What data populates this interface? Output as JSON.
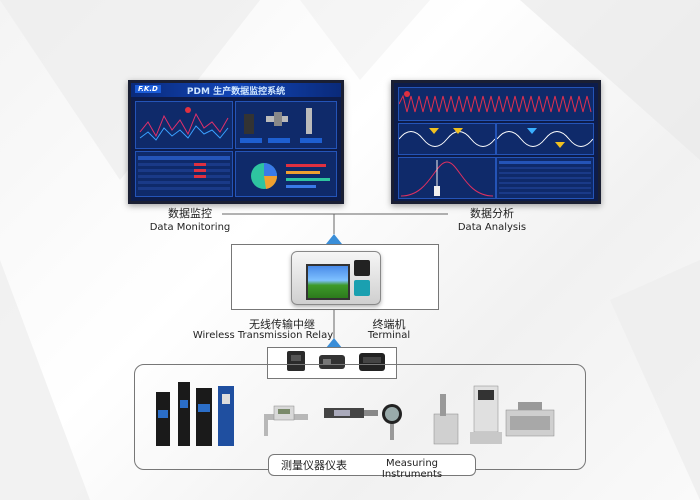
{
  "top": {
    "left_screen": {
      "logo": "F.K.D",
      "title": "PDM 生产数据监控系统"
    },
    "label_left_cn": "数据监控",
    "label_left_en": "Data Monitoring",
    "label_right_cn": "数据分析",
    "label_right_en": "Data Analysis"
  },
  "middle": {
    "relay_cn": "无线传输中继",
    "relay_en": "Wireless Transmission Relay",
    "terminal_cn": "终端机",
    "terminal_en": "Terminal"
  },
  "bottom": {
    "label_cn": "测量仪器仪表",
    "label_en": "Measuring Instruments"
  },
  "colors": {
    "accent_blue": "#3a8ed8",
    "screen_bg": "#0d1c4a",
    "line_gray": "#777777"
  }
}
